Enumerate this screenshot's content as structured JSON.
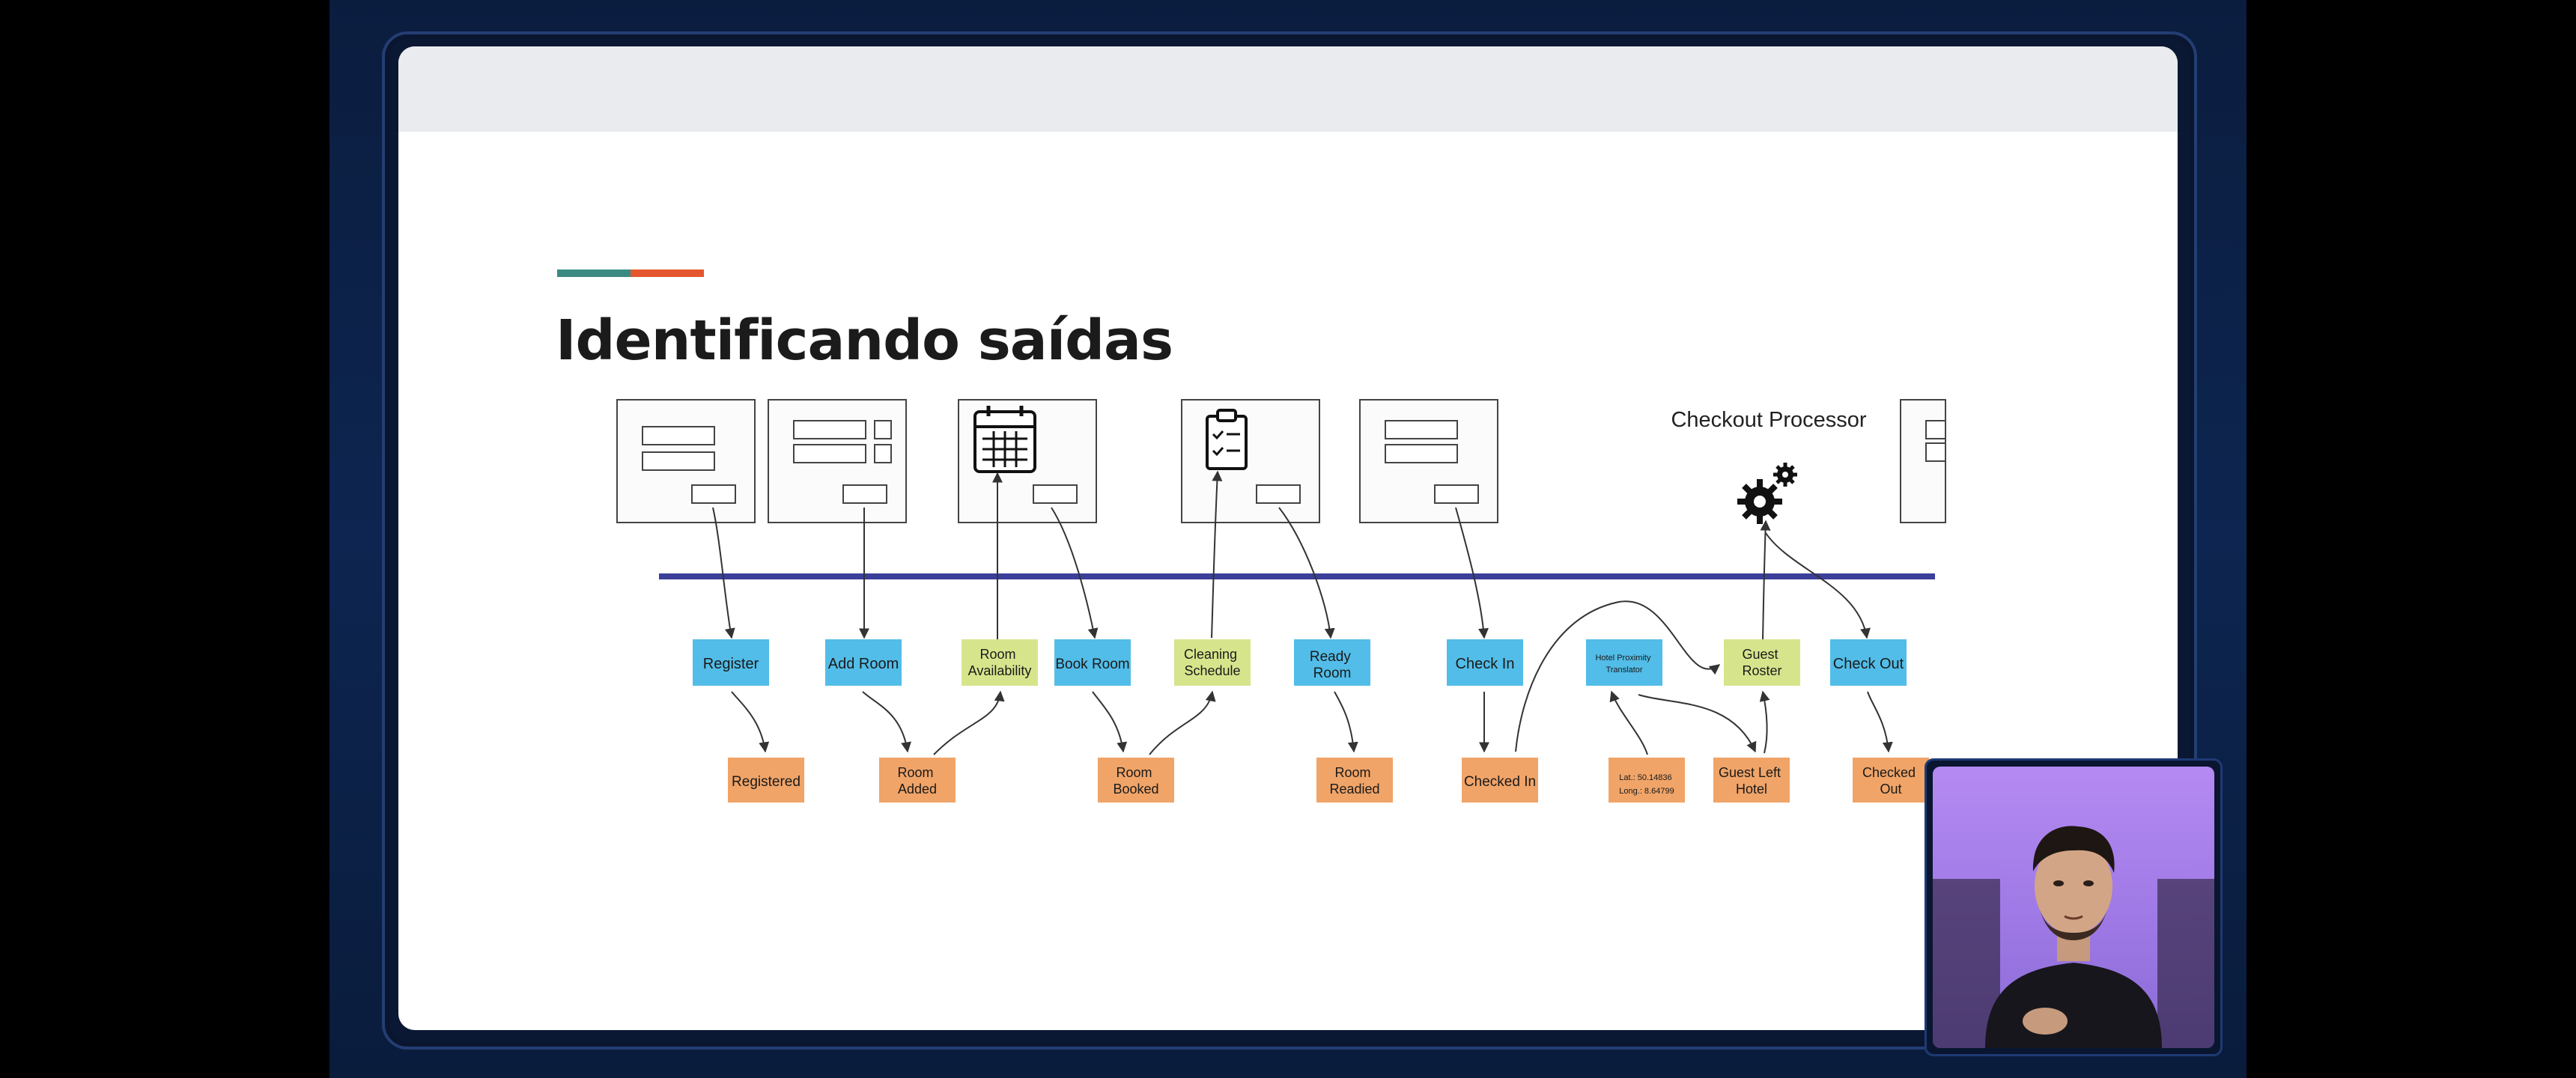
{
  "slide": {
    "title": "Identificando saídas",
    "accent_colors": [
      "#3a8a83",
      "#e4572e"
    ],
    "background": "#ffffff",
    "topbar_color": "#e9ebee"
  },
  "diagram": {
    "processor_label": "Checkout Processor",
    "timeline_color": "#3b3f99",
    "commands": [
      {
        "label": "Register",
        "color": "#52bde8"
      },
      {
        "label": "Add Room",
        "color": "#52bde8"
      },
      {
        "label": "Book Room",
        "color": "#52bde8"
      },
      {
        "label": "Ready Room",
        "color": "#52bde8"
      },
      {
        "label": "Check In",
        "color": "#52bde8"
      },
      {
        "label": "Hotel Proximity Translator",
        "color": "#52bde8"
      },
      {
        "label": "Check Out",
        "color": "#52bde8"
      }
    ],
    "read_models": [
      {
        "label": "Room Availability",
        "color": "#d6e58c"
      },
      {
        "label": "Cleaning Schedule",
        "color": "#d6e58c"
      },
      {
        "label": "Guest Roster",
        "color": "#d6e58c"
      }
    ],
    "events": [
      {
        "label": "Registered",
        "color": "#f0a468"
      },
      {
        "label": "Room Added",
        "color": "#f0a468"
      },
      {
        "label": "Room Booked",
        "color": "#f0a468"
      },
      {
        "label": "Room Readied",
        "color": "#f0a468"
      },
      {
        "label": "Checked In",
        "color": "#f0a468"
      },
      {
        "label": "Lat.: 50.14836 Long.: 8.64799",
        "color": "#f0a468"
      },
      {
        "label": "Guest Left Hotel",
        "color": "#f0a468"
      },
      {
        "label": "Checked Out",
        "color": "#f0a468"
      }
    ]
  },
  "webcam": {
    "icon": "presenter-avatar"
  }
}
